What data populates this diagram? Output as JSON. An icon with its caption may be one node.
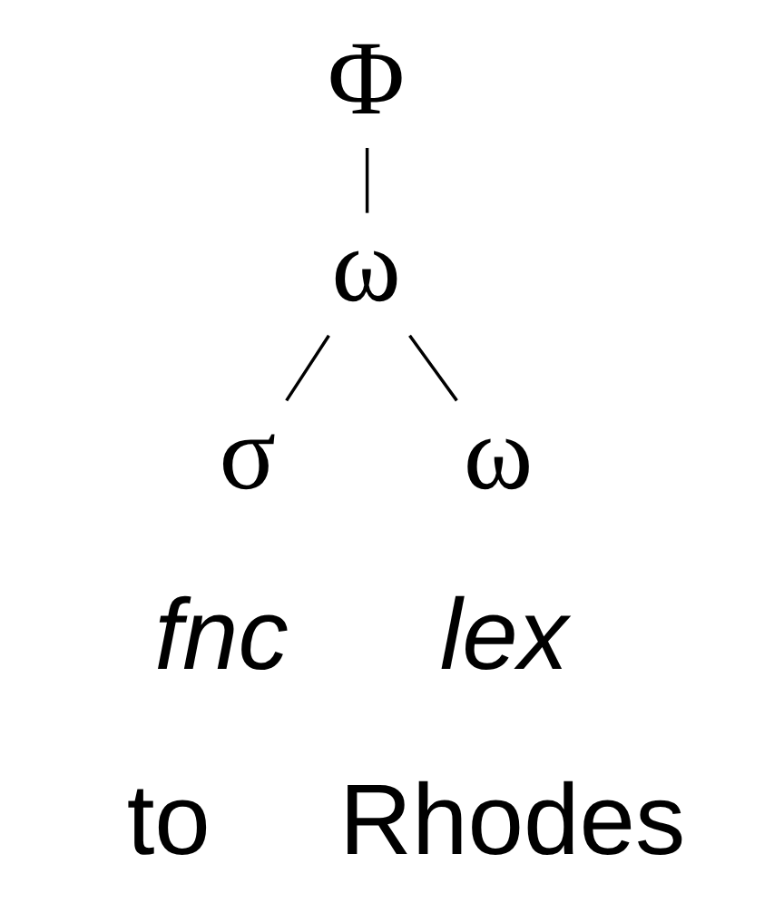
{
  "diagram": {
    "nodes": [
      {
        "text": [
          "Φ"
        ]
      },
      {
        "text": [
          "ω"
        ]
      },
      {
        "text": [
          "σ"
        ]
      },
      {
        "text": [
          "ω"
        ]
      }
    ],
    "edges": [
      {
        "from": 0,
        "to": 1,
        "arrow": "none"
      },
      {
        "from": 1,
        "to": 2,
        "arrow": "none"
      },
      {
        "from": 1,
        "to": 3,
        "arrow": "none"
      }
    ],
    "labels": [
      "fnc",
      "lex",
      "to",
      "Rhodes"
    ]
  }
}
